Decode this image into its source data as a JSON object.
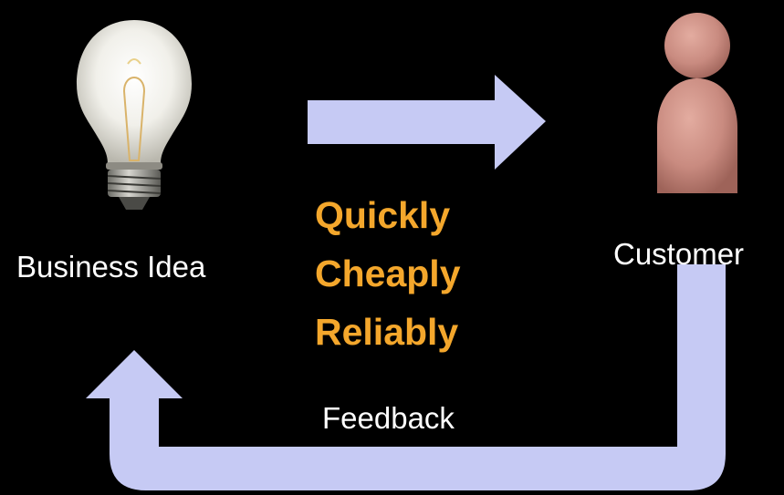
{
  "diagram": {
    "nodes": {
      "idea": {
        "label": "Business Idea",
        "icon": "lightbulb-icon"
      },
      "customer": {
        "label": "Customer",
        "icon": "person-icon"
      }
    },
    "forward_qualities": [
      "Quickly",
      "Cheaply",
      "Reliably"
    ],
    "feedback_label": "Feedback"
  },
  "colors": {
    "background": "#000000",
    "arrow": "#c6caf4",
    "qualities_text": "#f4a72c",
    "label_text": "#ffffff",
    "person_fill": "#c98b80"
  }
}
